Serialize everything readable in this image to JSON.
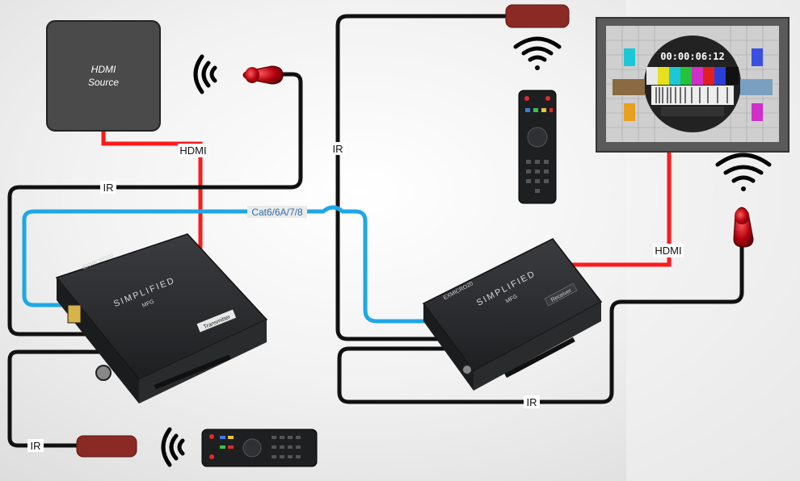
{
  "source": {
    "line1": "HDMI",
    "line2": "Source"
  },
  "labels": {
    "hdmi_tx": "HDMI",
    "hdmi_rx": "HDMI",
    "ir_tx_top": "IR",
    "ir_rx_left": "IR",
    "ir_rx_bottom": "IR",
    "ir_tx_bottom": "IR",
    "cable": "Cat6/6A/7/8"
  },
  "transmitter": {
    "model": "EXMICRO20",
    "brand": "SIMPLIFIED",
    "sub": "MFG",
    "role": "Transmitter"
  },
  "receiver": {
    "model": "EXMICRO20",
    "brand": "SIMPLIFIED",
    "sub": "MFG",
    "role": "Receiver"
  },
  "tv": {
    "timecode": "00:00:06:12"
  },
  "colors": {
    "hdmi": "#ff1a1a",
    "ir": "#111111",
    "cat": "#1ea7e6",
    "device": "#2c2d2f",
    "emitter": "#8b2a25"
  }
}
